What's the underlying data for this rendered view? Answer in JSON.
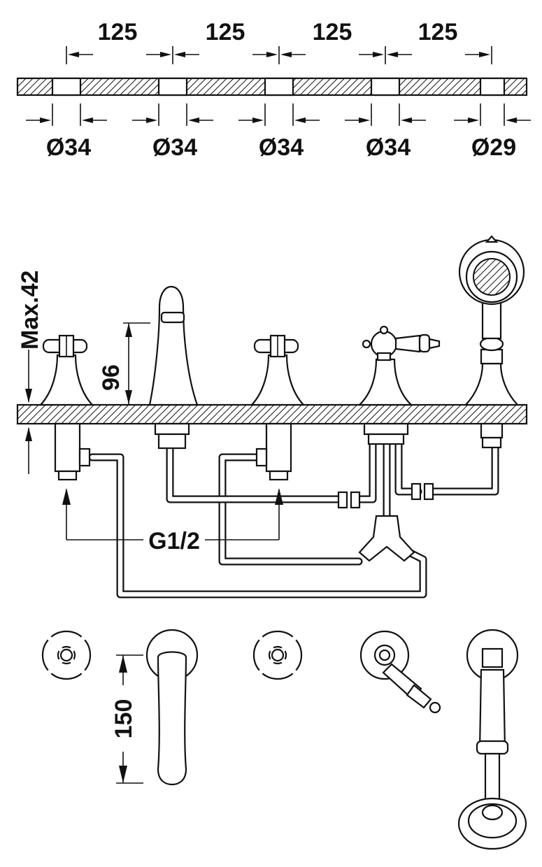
{
  "dimensions": {
    "spacing": [
      "125",
      "125",
      "125",
      "125"
    ],
    "holes": [
      "Ø34",
      "Ø34",
      "Ø34",
      "Ø34",
      "Ø29"
    ],
    "max_thickness": "Max.42",
    "spout_height": "96",
    "connection": "G1/2",
    "spout_reach": "150"
  }
}
